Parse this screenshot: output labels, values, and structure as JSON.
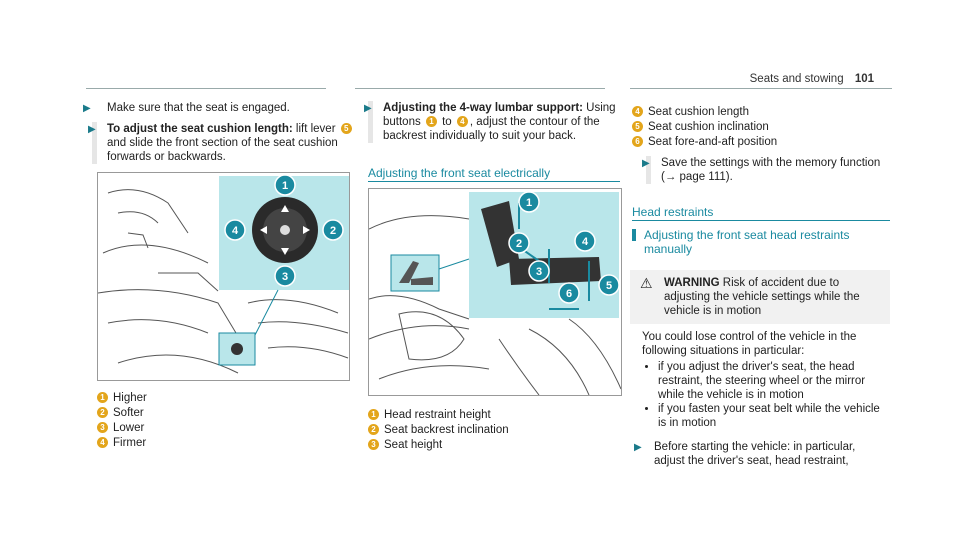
{
  "header": {
    "section": "Seats and stowing",
    "page": "101"
  },
  "left": {
    "step1": "Make sure that the seat is engaged.",
    "step2_bold": "To adjust the seat cushion length:",
    "step2_a": " lift lever ",
    "step2_b": " and slide the front section of the seat cushion forwards or backwards.",
    "lever_num": "5",
    "fig_labels": [
      "1",
      "2",
      "3",
      "4"
    ],
    "legend": [
      {
        "n": "1",
        "text": "Higher"
      },
      {
        "n": "2",
        "text": "Softer"
      },
      {
        "n": "3",
        "text": "Lower"
      },
      {
        "n": "4",
        "text": "Firmer"
      }
    ]
  },
  "middle": {
    "step_bold": "Adjusting the 4-way lumbar support:",
    "step_a": " Using buttons ",
    "step_to": " to ",
    "step_b": ", adjust the contour of the backrest individually to suit your back.",
    "btn_from": "1",
    "btn_to": "4",
    "section_title": "Adjusting the front seat electrically",
    "fig_labels": [
      "1",
      "2",
      "3",
      "4",
      "5",
      "6"
    ],
    "legend": [
      {
        "n": "1",
        "text": "Head restraint height"
      },
      {
        "n": "2",
        "text": "Seat backrest inclination"
      },
      {
        "n": "3",
        "text": "Seat height"
      }
    ]
  },
  "right": {
    "legend": [
      {
        "n": "4",
        "text": "Seat cushion length"
      },
      {
        "n": "5",
        "text": "Seat cushion inclination"
      },
      {
        "n": "6",
        "text": "Seat fore-and-aft position"
      }
    ],
    "step": "Save the settings with the memory function",
    "step_ref": "(→ page 111).",
    "section_title": "Head restraints",
    "subhead": "Adjusting the front seat head restraints manually",
    "warning_title": "WARNING",
    "warning_text": " Risk of accident due to adjusting the vehicle settings while the vehicle is in motion",
    "warning_intro": "You could lose control of the vehicle in the following situations in particular:",
    "warning_items": [
      "if you adjust the driver's seat, the head restraint, the steering wheel or the mirror while the vehicle is in motion",
      "if you fasten your seat belt while the vehicle is in motion"
    ],
    "final_step": "Before starting the vehicle: in particular, adjust the driver's seat, head restraint,"
  },
  "colors": {
    "accent": "#1a8aa0",
    "number_badge": "#e3a51b",
    "highlight": "#b9e6ea"
  }
}
